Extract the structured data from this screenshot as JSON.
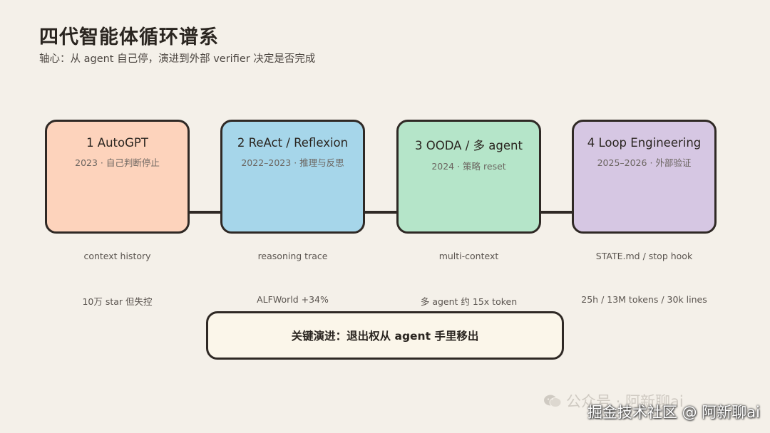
{
  "header": {
    "title": "四代智能体循环谱系",
    "subtitle": "轴心：从 agent 自己停，演进到外部 verifier 决定是否完成"
  },
  "stages": [
    {
      "title": "1 AutoGPT",
      "sub": "2023 · 自己判断停止",
      "note1": "context history",
      "note2": "10万 star 但失控",
      "color": "#fdd3bc"
    },
    {
      "title": "2 ReAct / Reflexion",
      "sub": "2022–2023 · 推理与反思",
      "note1": "reasoning trace",
      "note2": "ALFWorld +34%",
      "color": "#a6d6ea"
    },
    {
      "title": "3 OODA / 多 agent",
      "sub": "2024 · 策略 reset",
      "note1": "multi-context",
      "note2": "多 agent 约 15x token",
      "color": "#b5e5c9"
    },
    {
      "title": "4 Loop Engineering",
      "sub": "2025–2026 · 外部验证",
      "note1": "STATE.md / stop hook",
      "note2": "25h / 13M tokens / 30k lines",
      "color": "#d6c7e3"
    }
  ],
  "key_evolution": "关键演进：退出权从 agent 手里移出",
  "watermark": {
    "text": "公众号 · 阿新聊ai",
    "icon": "wechat-icon"
  },
  "credit": "掘金技术社区 @ 阿新聊ai"
}
